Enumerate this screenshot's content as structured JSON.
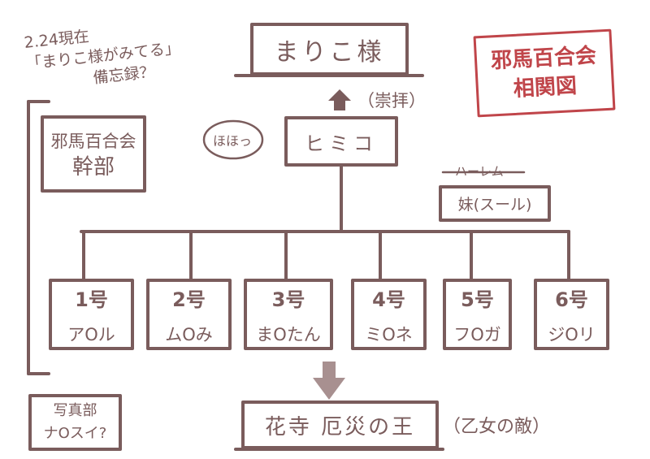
{
  "note": {
    "line1": "2.24現在",
    "line2": "「まりこ様がみてる」",
    "line3": "備忘録？"
  },
  "stamp": {
    "line1": "邪馬百合会",
    "line2": "相関図",
    "color": "#c0454a"
  },
  "top": {
    "name": "まりこ様",
    "relation": "（崇拝）"
  },
  "leader": {
    "name": "ヒミコ",
    "bubble": "ほほっ"
  },
  "executives": {
    "line1": "邪馬百合会",
    "line2": "幹部"
  },
  "soeur": {
    "struck": "ハーレム",
    "label": "妹(スール)"
  },
  "members": [
    {
      "num": "1号",
      "name": "アOル"
    },
    {
      "num": "2号",
      "name": "ムOみ"
    },
    {
      "num": "3号",
      "name": "まOたん"
    },
    {
      "num": "4号",
      "name": "ミOネ"
    },
    {
      "num": "5号",
      "name": "フOガ"
    },
    {
      "num": "6号",
      "name": "ジOリ"
    }
  ],
  "enemy": {
    "name": "花寺 厄災の王",
    "note": "（乙女の敵）"
  },
  "photo": {
    "line1": "写真部",
    "line2": "ナOスイ?"
  },
  "colors": {
    "ink": "#7a5c5c",
    "arrow": "#a89090"
  }
}
